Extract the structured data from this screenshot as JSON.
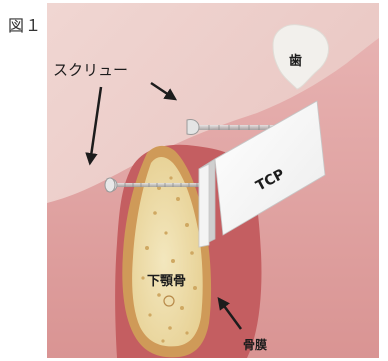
{
  "figure": {
    "label": "図１"
  },
  "labels": {
    "screw": "スクリュー",
    "tooth": "歯",
    "tcp": "TCP",
    "mandible": "下顎骨",
    "periosteum": "骨膜"
  },
  "colors": {
    "background_light": "#ebc8c4",
    "gum": "#dfa3a2",
    "periosteum": "#c45e61",
    "bone_fill": "#e9d6a3",
    "bone_border": "#cf9a58",
    "tooth": "#f2f0ec",
    "block_front": "#f7f7f7",
    "block_side": "#d9d9d9",
    "screw": "#b9b9b9",
    "text": "#1c1c1c"
  },
  "icons": {
    "screw": "screw-icon",
    "tooth": "tooth-icon",
    "block": "tcp-block-icon",
    "arrow": "arrow-icon"
  }
}
